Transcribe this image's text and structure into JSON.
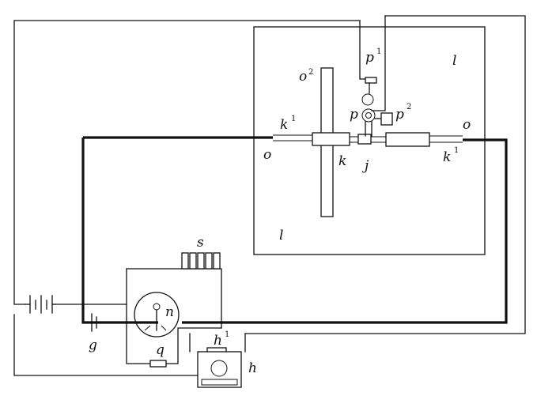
{
  "labels": {
    "l_top": "l",
    "l_bottom": "l",
    "p": "p",
    "p1": "p",
    "p1_sup": "1",
    "p2": "p",
    "p2_sup": "2",
    "o_left": "o",
    "o_right": "o",
    "o2": "o",
    "o2_sup": "2",
    "k_left": "k",
    "k_left_sup": "1",
    "k_center": "k",
    "k_right": "k",
    "k_right_sup": "1",
    "j": "j",
    "s": "s",
    "n": "n",
    "g": "g",
    "q": "q",
    "h": "h",
    "h1": "h",
    "h1_sup": "1"
  }
}
